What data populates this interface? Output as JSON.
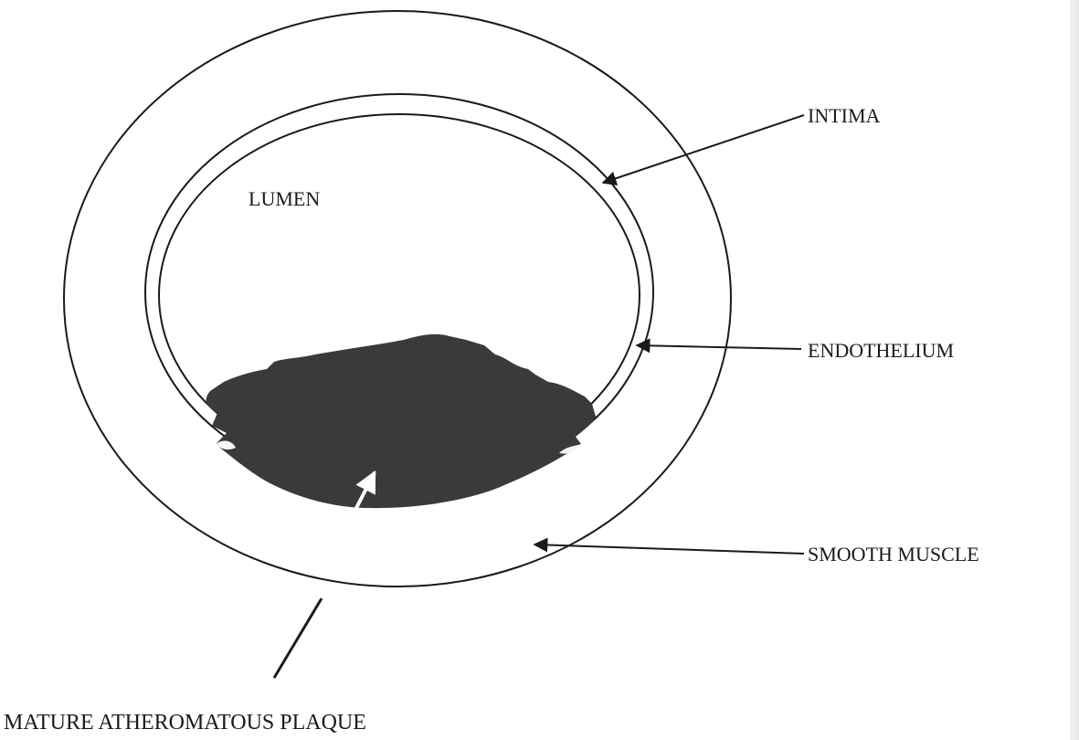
{
  "labels": {
    "lumen": "LUMEN",
    "intima": "INTIMA",
    "endothelium": "ENDOTHELIUM",
    "smooth_muscle": "SMOOTH MUSCLE",
    "plaque": "MATURE ATHEROMATOUS PLAQUE"
  },
  "colors": {
    "line": "#1a1a1a",
    "plaque": "#3a3a3c",
    "background": "#ffffff"
  }
}
